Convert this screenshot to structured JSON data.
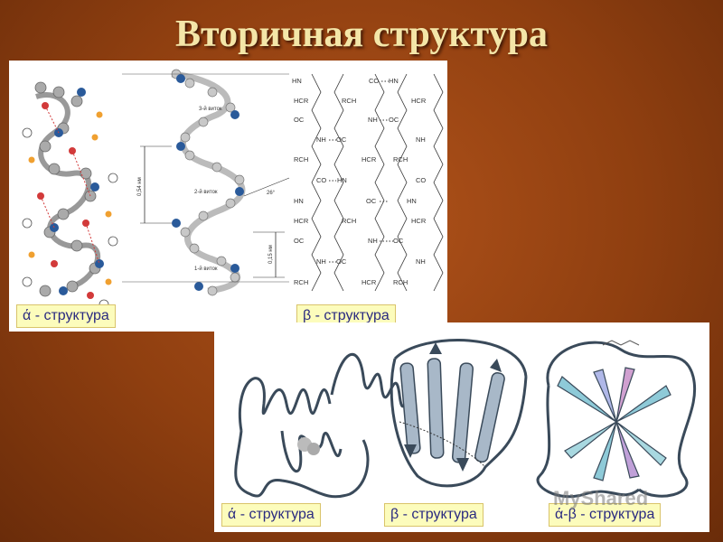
{
  "slide": {
    "title": "Вторичная структура"
  },
  "top_panel": {
    "alpha_label": "ά - структура",
    "beta_label": "β - структура",
    "helix_annotations": [
      "3-й виток",
      "2-й виток",
      "1-й виток",
      "0,54 нм",
      "0,15 нм",
      "26°"
    ],
    "beta_sheet_text": {
      "hn": "HN",
      "co": "CO",
      "hcr": "HCR",
      "rch": "RCH",
      "oc": "OC",
      "nh": "NH"
    }
  },
  "bottom_panel": {
    "alpha_label": "ά - структура",
    "beta_label": "β - структура",
    "alpha_beta_label": "ά-β - структура"
  },
  "watermark": "MyShared"
}
